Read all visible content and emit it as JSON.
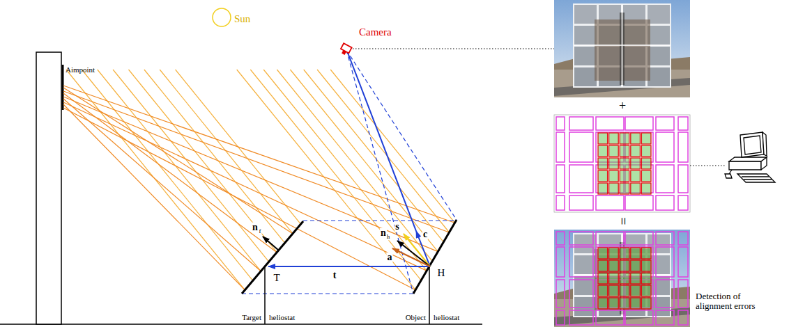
{
  "diagram": {
    "labels": [
      "Sun",
      "Camera",
      "Aimpoint",
      "n",
      "f",
      "s",
      "n",
      "h",
      "a",
      "c",
      "T",
      "t",
      "H",
      "Target",
      "heliostat",
      "Object",
      "heliostat",
      "+",
      "=",
      "Detection of alignment errors"
    ]
  }
}
